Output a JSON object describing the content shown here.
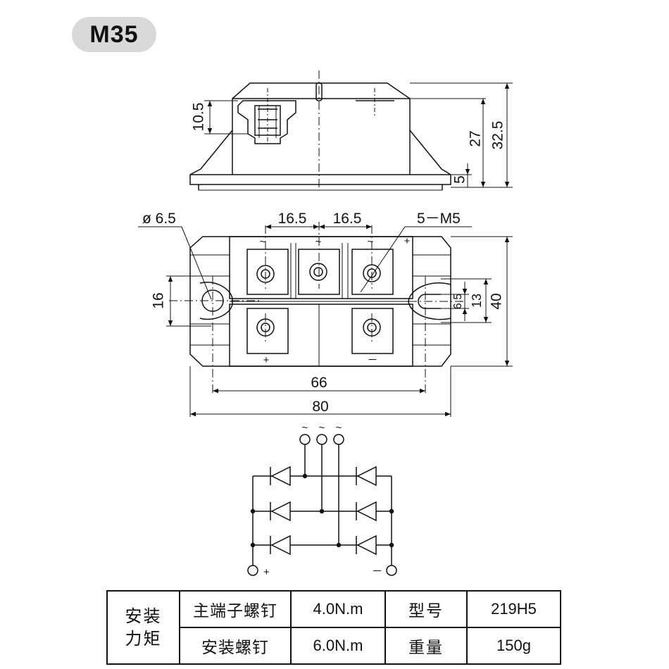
{
  "title": "M35",
  "dimensions": {
    "side_height_screw": "10.5",
    "side_height_body": "27",
    "side_height_total": "32.5",
    "side_height_base": "5",
    "hole_diameter": "ø 6.5",
    "terminal_pitch_left": "16.5",
    "terminal_pitch_right": "16.5",
    "terminal_screws": "5－M5",
    "hole_spacing_vertical": "16",
    "slot_width": "6.5",
    "slot_height": "13",
    "overall_height": "40",
    "mount_spacing": "66",
    "overall_length": "80"
  },
  "terminal_marks": {
    "ac": "~",
    "plus": "+",
    "minus": "－"
  },
  "schematic": {
    "ac_labels": [
      "~",
      "~",
      "~"
    ],
    "plus_label": "+",
    "minus_label": "－"
  },
  "spec_table": {
    "torque_label_line1": "安装",
    "torque_label_line2": "力矩",
    "main_terminal_label": "主端子螺钉",
    "main_terminal_value": "4.0N.m",
    "mounting_screw_label": "安装螺钉",
    "mounting_screw_value": "6.0N.m",
    "model_label": "型号",
    "model_value": "219H5",
    "weight_label": "重量",
    "weight_value": "150g"
  }
}
